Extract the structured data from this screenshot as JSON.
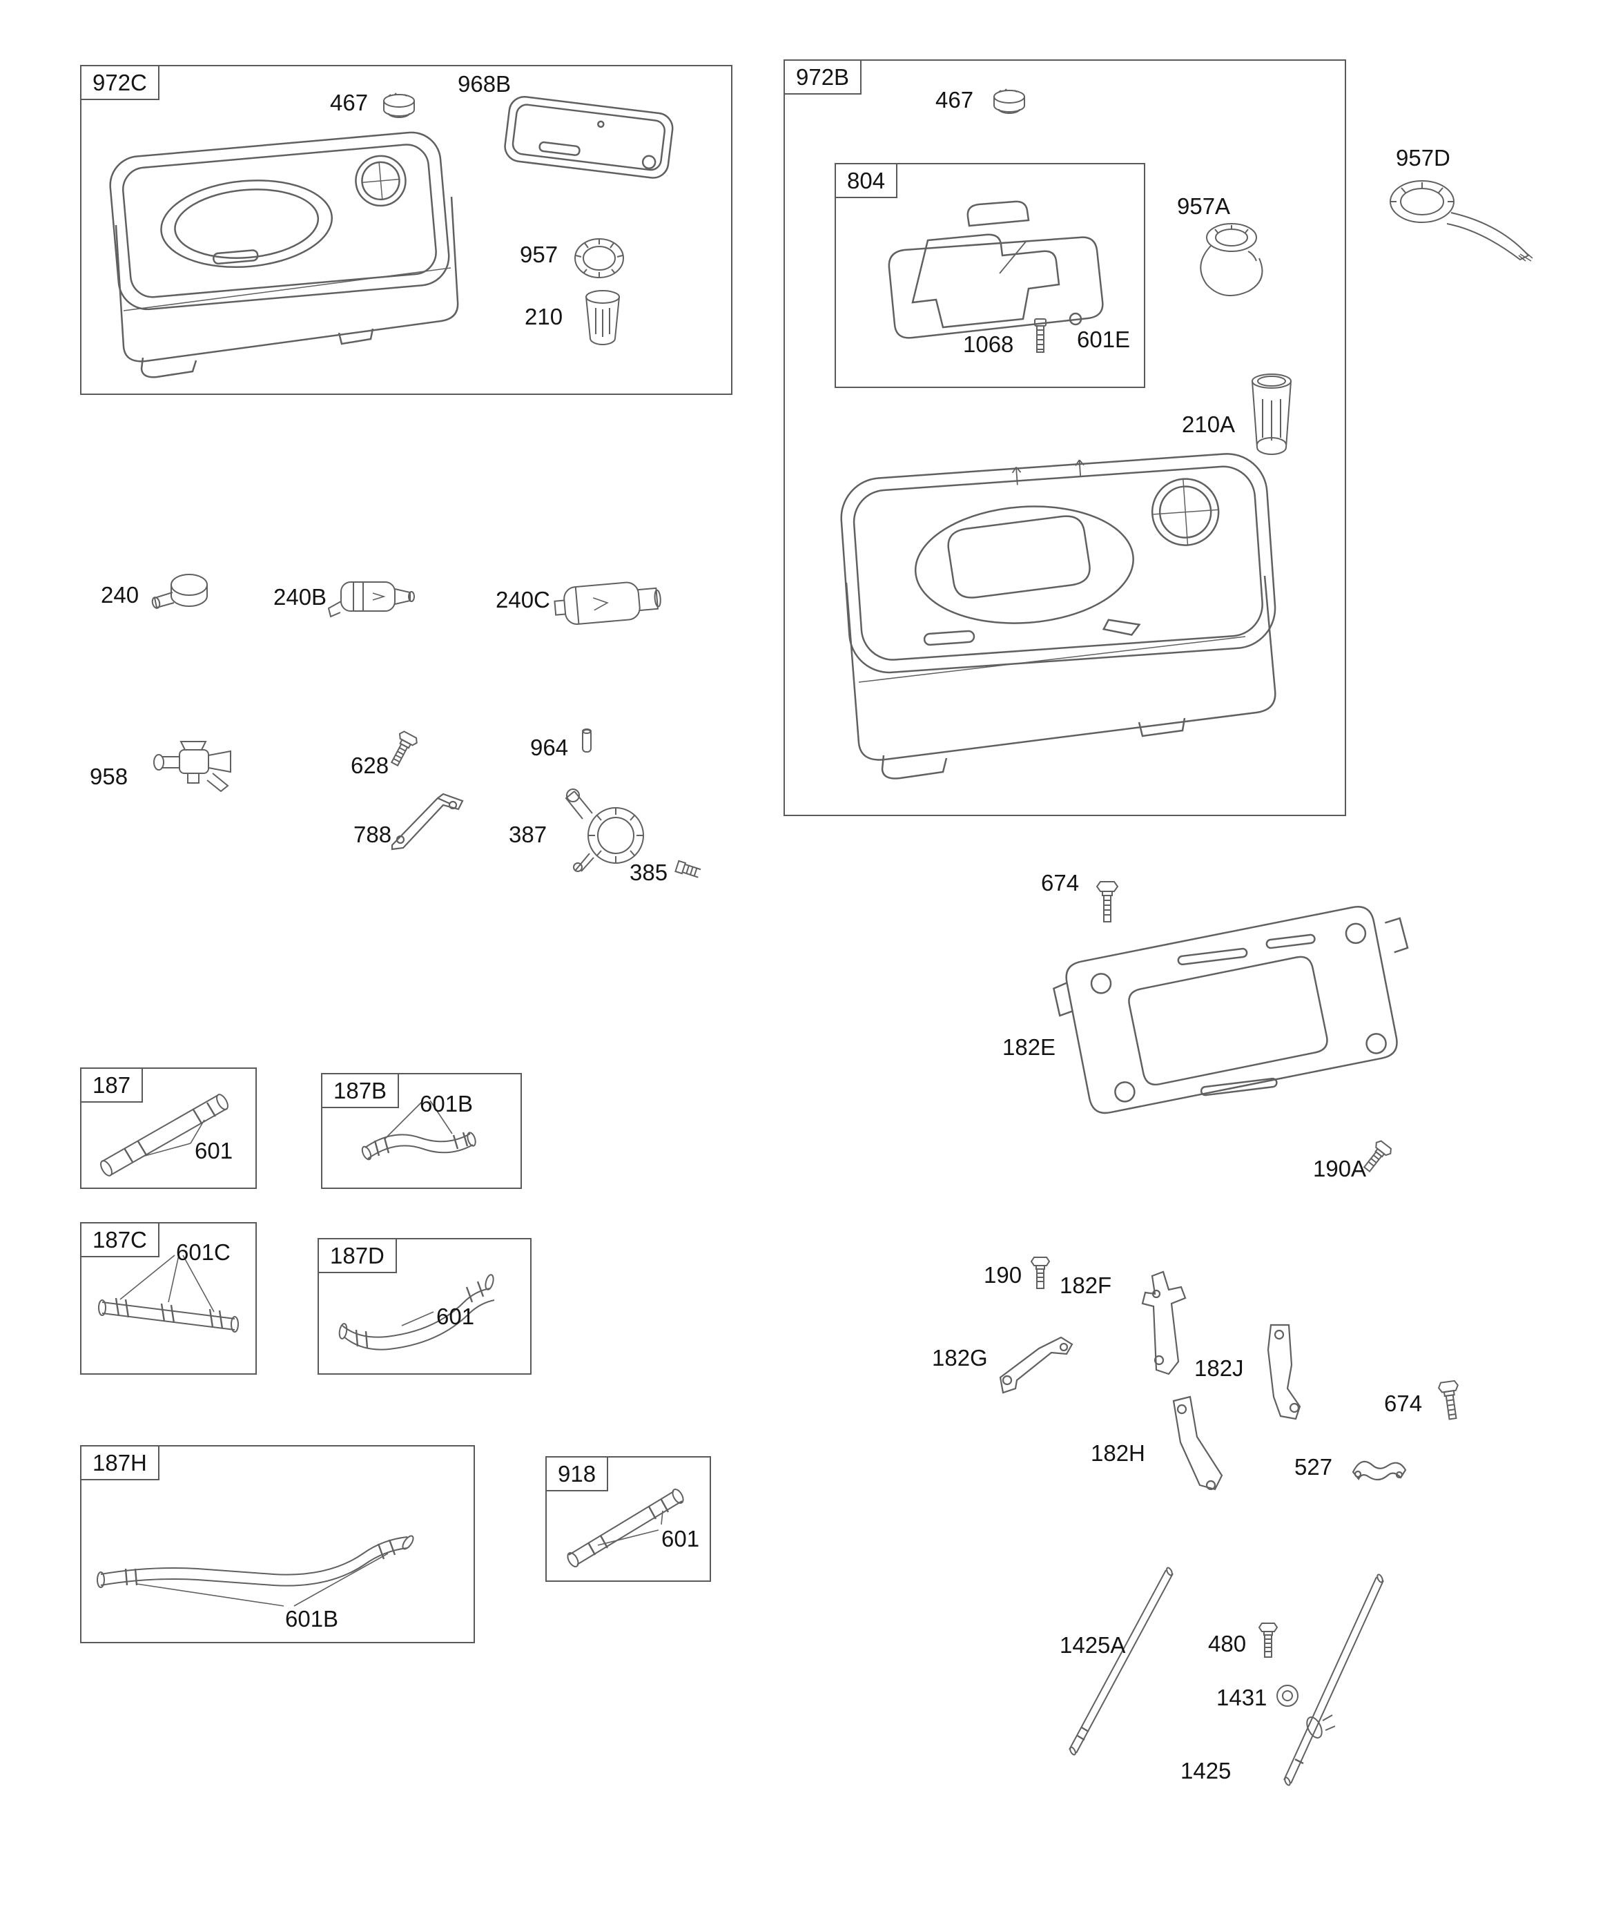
{
  "figure": {
    "kind": "exploded-parts-diagram",
    "background": "#ffffff",
    "line_color": "#606060"
  },
  "groups": {
    "box972C": "972C",
    "box972B": "972B",
    "box804": "804",
    "box187": "187",
    "box187B": "187B",
    "box187C": "187C",
    "box187D": "187D",
    "box187H": "187H",
    "box918": "918"
  },
  "labels": {
    "p467a": "467",
    "p968B": "968B",
    "p957": "957",
    "p210": "210",
    "p467b": "467",
    "p957A": "957A",
    "p957D": "957D",
    "p1068": "1068",
    "p601E": "601E",
    "p210A": "210A",
    "p240": "240",
    "p240B": "240B",
    "p240C": "240C",
    "p958": "958",
    "p628": "628",
    "p788": "788",
    "p964": "964",
    "p387": "387",
    "p385": "385",
    "p674a": "674",
    "p182E": "182E",
    "p190A": "190A",
    "p601_187": "601",
    "p601B_187B": "601B",
    "p601C_187C": "601C",
    "p601_187D": "601",
    "p190": "190",
    "p182F": "182F",
    "p182G": "182G",
    "p182J": "182J",
    "p182H": "182H",
    "p674b": "674",
    "p527": "527",
    "p601B_187H": "601B",
    "p601_918": "601",
    "p1425A": "1425A",
    "p480": "480",
    "p1431": "1431",
    "p1425": "1425"
  }
}
